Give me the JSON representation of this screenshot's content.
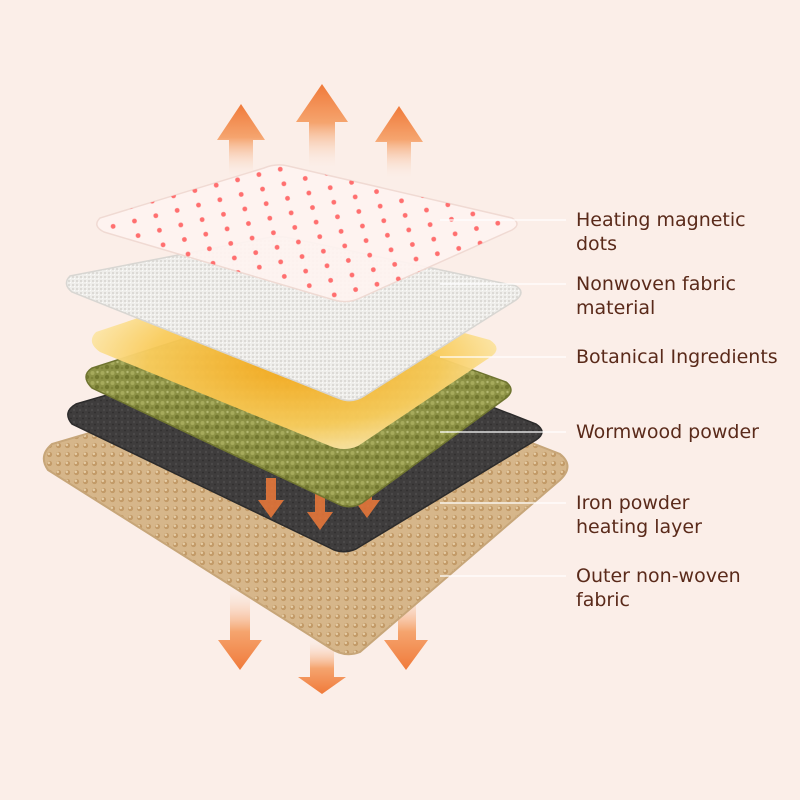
{
  "diagram": {
    "layers": [
      {
        "label": "Heating magnetic dots",
        "color": "#ff6f6f"
      },
      {
        "label": "Nonwoven fabric\nmaterial",
        "color": "#f2f1ef"
      },
      {
        "label": "Botanical Ingredients",
        "color": "#f8b82c"
      },
      {
        "label": "Wormwood powder",
        "color": "#8f9444"
      },
      {
        "label": "Iron powder\nheating layer",
        "color": "#3e3c3c"
      },
      {
        "label": "Outer non-woven\nfabric",
        "color": "#d3b287"
      }
    ],
    "arrow_color": "#f07a3a",
    "text_color": "#5a2a1a"
  }
}
